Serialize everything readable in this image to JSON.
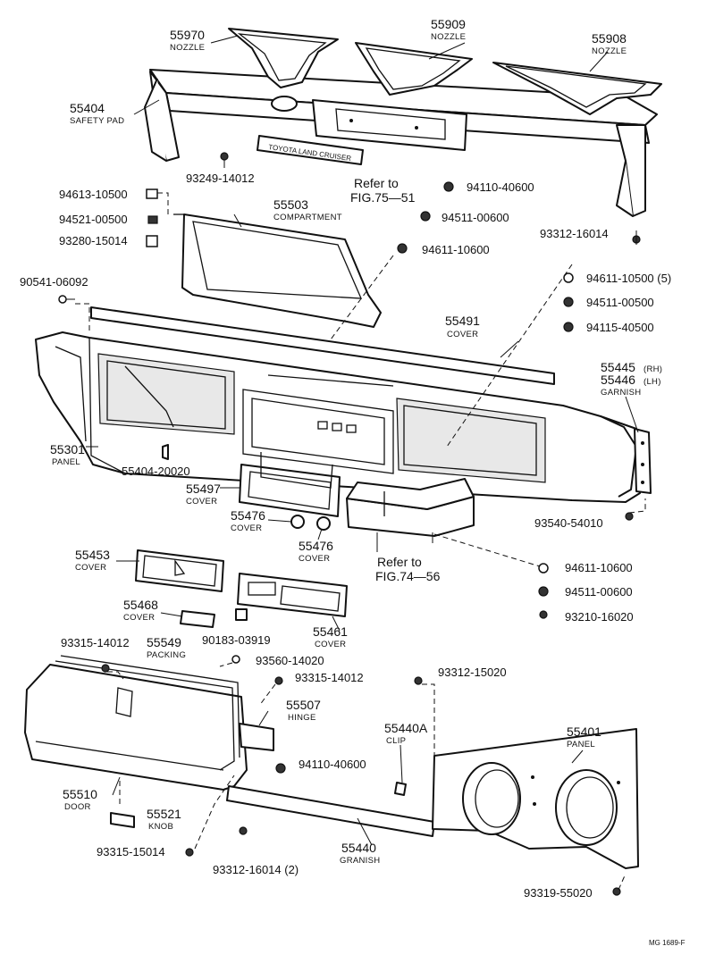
{
  "labels": {
    "p55970": "55970",
    "p55970_sub": "NOZZLE",
    "p55909": "55909",
    "p55909_sub": "NOZZLE",
    "p55908": "55908",
    "p55908_sub": "NOZZLE",
    "p55404": "55404",
    "p55404_sub": "SAFETY PAD",
    "p93249": "93249-14012",
    "ref1_a": "Refer to",
    "ref1_b": "FIG.75—51",
    "p94110a": "94110-40600",
    "p94613": "94613-10500",
    "p55503": "55503",
    "p55503_sub": "COMPARTMENT",
    "p94521": "94521-00500",
    "p94511a": "94511-00600",
    "p93280": "93280-15014",
    "p93312a": "93312-16014",
    "p94611a": "94611-10600",
    "p90541": "90541-06092",
    "p94611b": "94611-10500 (5)",
    "p94511b": "94511-00500",
    "p55491": "55491",
    "p55491_sub": "COVER",
    "p94115": "94115-40500",
    "p55445": "55445",
    "p55445_side": "(RH)",
    "p55446": "55446",
    "p55446_side": "(LH)",
    "garnish": "GARNISH",
    "p55301": "55301",
    "p55301_sub": "PANEL",
    "p55404b": "55404-20020",
    "p55497": "55497",
    "p55497_sub": "COVER",
    "p55476a": "55476",
    "p55476a_sub": "COVER",
    "p55476b": "55476",
    "p55476b_sub": "COVER",
    "p93540": "93540-54010",
    "ref2_a": "Refer to",
    "ref2_b": "FIG.74—56",
    "p55453": "55453",
    "p55453_sub": "COVER",
    "p94611c": "94611-10600",
    "p94511c": "94511-00600",
    "p55468": "55468",
    "p55468_sub": "COVER",
    "p93210": "93210-16020",
    "p90183": "90183-03919",
    "p55461": "55461",
    "p55461_sub": "COVER",
    "p93315a": "93315-14012",
    "p55549": "55549",
    "p55549_sub": "PACKING",
    "p93560": "93560-14020",
    "p93315b": "93315-14012",
    "p93312b": "93312-15020",
    "p55507": "55507",
    "p55507_sub": "HINGE",
    "p55440A": "55440A",
    "p55440A_sub": "CLIP",
    "p55401": "55401",
    "p55401_sub": "PANEL",
    "p94110b": "94110-40600",
    "p55510": "55510",
    "p55510_sub": "DOOR",
    "p55521": "55521",
    "p55521_sub": "KNOB",
    "p93315c": "93315-15014",
    "p55440": "55440",
    "p55440_sub": "GRANISH",
    "p93312c": "93312-16014 (2)",
    "p93319": "93319-55020",
    "emblem": "TOYOTA LAND CRUISER",
    "fig_code": "MG 1689-F"
  }
}
